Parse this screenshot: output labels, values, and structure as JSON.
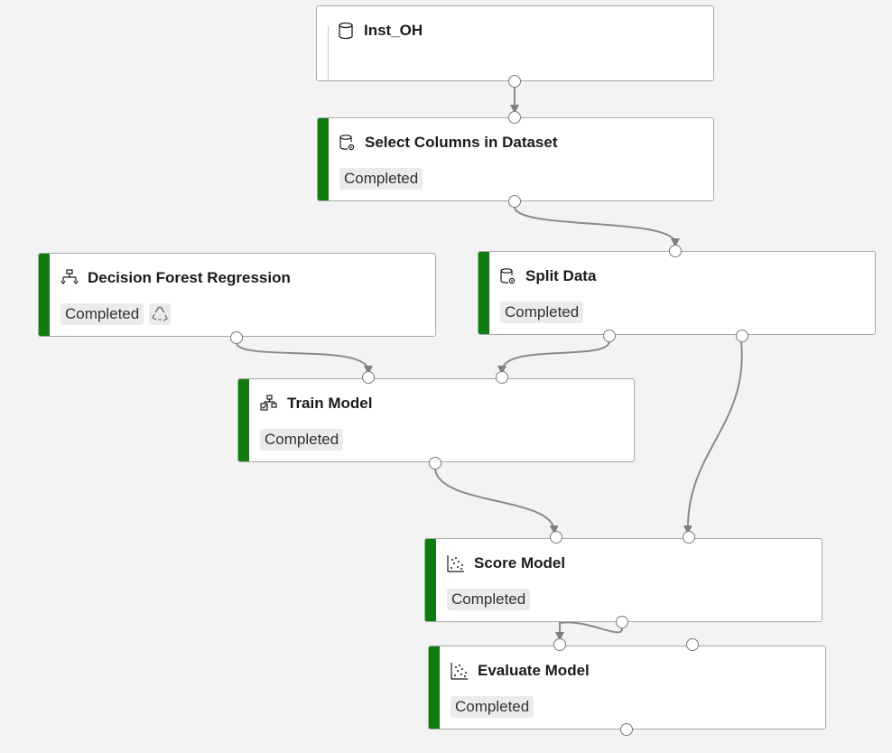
{
  "nodes": {
    "inst_oh": {
      "title": "Inst_OH",
      "icon": "dataset-icon"
    },
    "select_columns": {
      "title": "Select Columns in Dataset",
      "status": "Completed",
      "icon": "dataset-gear-icon"
    },
    "decision_forest": {
      "title": "Decision Forest Regression",
      "status": "Completed",
      "icon": "tree-icon",
      "reuse_icon": "recycle-icon"
    },
    "split_data": {
      "title": "Split Data",
      "status": "Completed",
      "icon": "dataset-gear-icon"
    },
    "train_model": {
      "title": "Train Model",
      "status": "Completed",
      "icon": "train-model-icon"
    },
    "score_model": {
      "title": "Score Model",
      "status": "Completed",
      "icon": "scatter-icon"
    },
    "evaluate_model": {
      "title": "Evaluate Model",
      "status": "Completed",
      "icon": "scatter-icon"
    }
  },
  "colors": {
    "completed_bar": "#107c10",
    "edge": "#7f7f7f",
    "canvas": "#f3f3f3"
  }
}
